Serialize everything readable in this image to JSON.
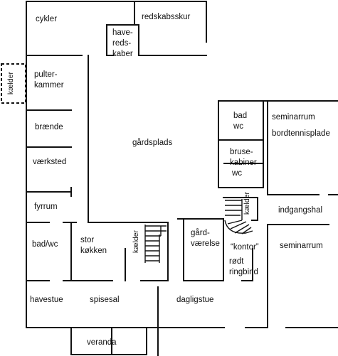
{
  "rooms": {
    "cykler": "cykler",
    "redskabsskur": "redskabsskur",
    "haveredskaber": [
      "have-",
      "reds-",
      "kaber"
    ],
    "pulterkammer": [
      "pulter-",
      "kammer"
    ],
    "braende": "brænde",
    "vaerksted": "værksted",
    "fyrrum": "fyrrum",
    "badwc_left": "bad/wc",
    "stor_koekken": [
      "stor",
      "køkken"
    ],
    "gaardsplads": "gårdsplads",
    "bad_wc_right": [
      "bad",
      "wc"
    ],
    "brusekabiner": [
      "bruse-",
      "kabiner"
    ],
    "wc": "wc",
    "seminarrum_top": "seminarrum",
    "bordtennisplade": "bordtennisplade",
    "indgangshal": "indgangshal",
    "gaardvaerelse": [
      "gård-",
      "værelse"
    ],
    "kontor": "“kontor”",
    "roedt_ringbind": [
      "rødt",
      "ringbind"
    ],
    "seminarrum_bottom": "seminarrum",
    "havestue": "havestue",
    "spisesal": "spisesal",
    "dagligstue": "dagligstue",
    "veranda": "veranda"
  },
  "annotations": {
    "kaelder_outside": "kælder",
    "kaelder_kitchen_stair": "kælder",
    "kaelder_office_stair": "kælder"
  },
  "colors": {
    "wall": "#111111",
    "background": "#ffffff"
  }
}
